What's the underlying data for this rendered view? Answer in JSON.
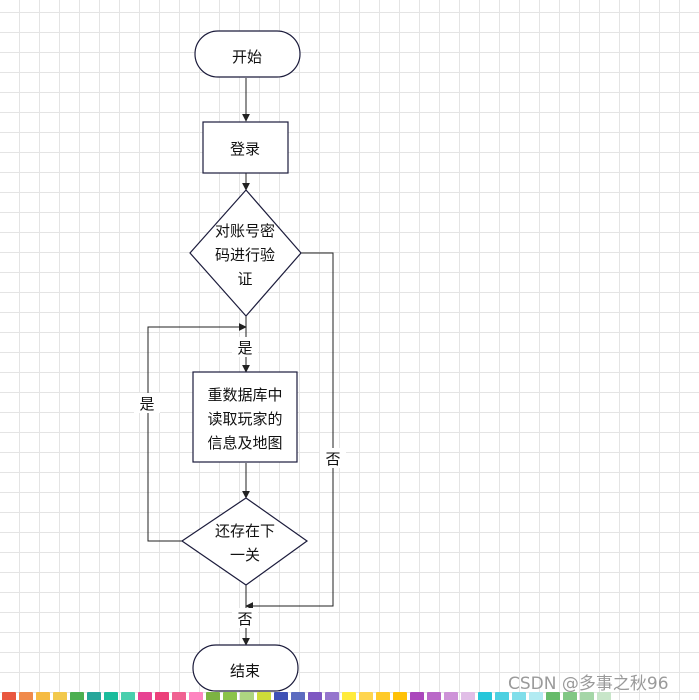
{
  "nodes": {
    "start": "开始",
    "login": "登录",
    "verify": [
      "对账号密",
      "码进行验",
      "证"
    ],
    "read": [
      "重数据库中",
      "读取玩家的",
      "信息及地图"
    ],
    "has_next": [
      "还存在下",
      "一关"
    ],
    "end": "结束"
  },
  "edges": {
    "verify_yes": "是",
    "verify_no": "否",
    "loop_yes": "是",
    "has_next_no": "否"
  },
  "watermark": "CSDN @多事之秋96",
  "palette": [
    "#e9573f",
    "#f08a4b",
    "#f6bb42",
    "#f2c94c",
    "#4caf50",
    "#26a69a",
    "#1abc9c",
    "#48cfad",
    "#e84393",
    "#ec407a",
    "#f06292",
    "#ff85c0",
    "#7cb342",
    "#8bc34a",
    "#aed581",
    "#cddc39",
    "#3f51b5",
    "#5c6bc0",
    "#7e57c2",
    "#9575cd",
    "#ffeb3b",
    "#ffd54f",
    "#ffca28",
    "#ffc107",
    "#ab47bc",
    "#ba68c8",
    "#ce93d8",
    "#e1bee7",
    "#26c6da",
    "#4dd0e1",
    "#80deea",
    "#b2ebf2",
    "#66bb6a",
    "#81c784",
    "#a5d6a7",
    "#c8e6c9"
  ]
}
